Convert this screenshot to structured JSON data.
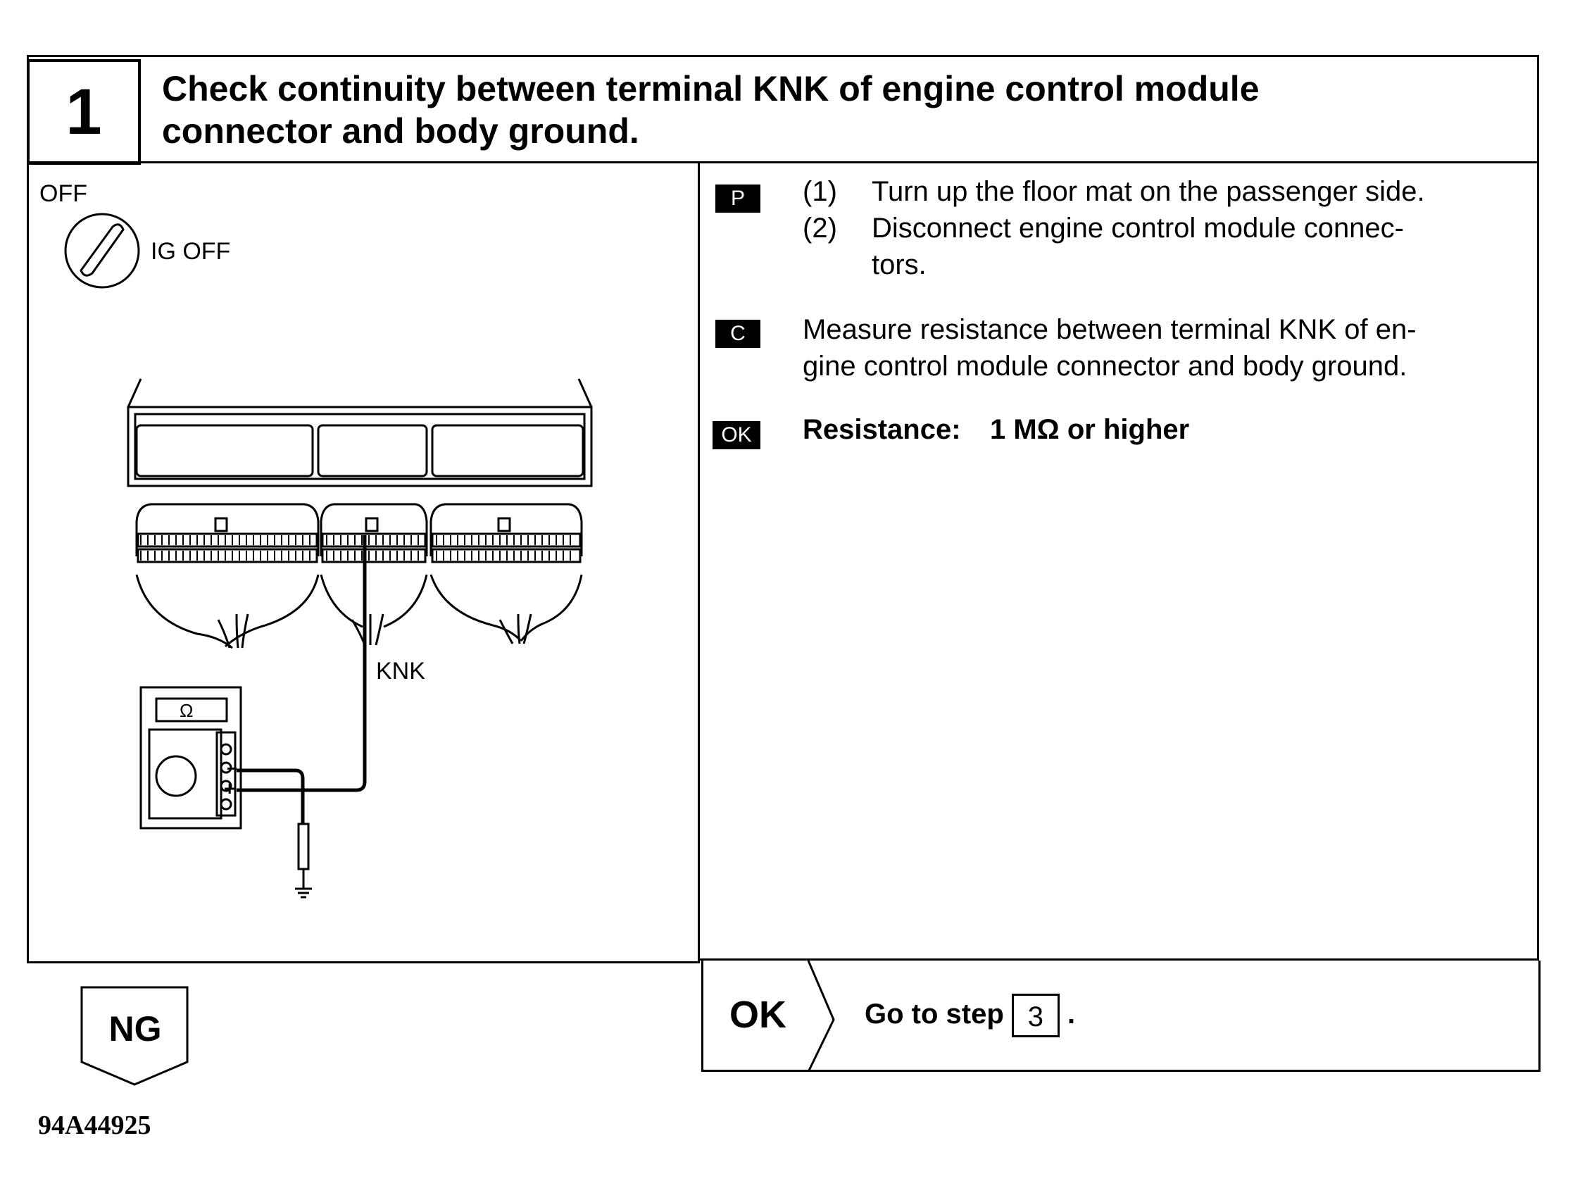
{
  "step": {
    "number": "1",
    "title_line1": "Check continuity between terminal KNK of engine control module",
    "title_line2": "connector and body ground."
  },
  "illustration": {
    "switch_state": "OFF",
    "ignition_label": "IG OFF",
    "terminal_label": "KNK",
    "meter_symbol": "Ω",
    "meter_minus": "−",
    "meter_plus": "+"
  },
  "procedure": {
    "prep_tag": "P",
    "steps": [
      {
        "num": "(1)",
        "line1": "Turn up the floor mat on the passenger side.",
        "line2": ""
      },
      {
        "num": "(2)",
        "line1": "Disconnect engine control module connec-",
        "line2": "tors."
      }
    ],
    "check_tag": "C",
    "check_line1": "Measure resistance between terminal KNK of en-",
    "check_line2": "gine control module connector and body ground.",
    "ok_tag": "OK",
    "spec_label": "Resistance:",
    "spec_value": "1 MΩ or higher"
  },
  "results": {
    "ng_label": "NG",
    "ok_label": "OK",
    "ok_action": "Go to step",
    "ok_step": "3",
    "ok_period": "."
  },
  "footer": {
    "figure_code": "94A44925"
  }
}
